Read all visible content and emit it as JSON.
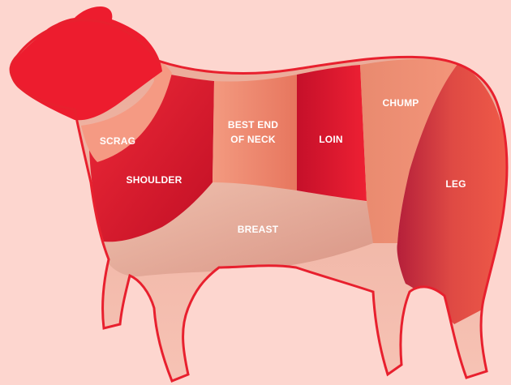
{
  "cuts": [
    {
      "id": "scrag",
      "label": "SCRAG"
    },
    {
      "id": "shoulder",
      "label": "SHOULDER"
    },
    {
      "id": "best-end",
      "label_line1": "BEST END",
      "label_line2": "OF NECK"
    },
    {
      "id": "loin",
      "label": "LOIN"
    },
    {
      "id": "chump",
      "label": "CHUMP"
    },
    {
      "id": "leg",
      "label": "LEG"
    },
    {
      "id": "breast",
      "label": "BREAST"
    }
  ],
  "colors": {
    "background": "#fdd6cf",
    "outline": "#e8202e",
    "head": "#ed1c2e",
    "scrag": "#f59a83",
    "shoulder": "#d8132a",
    "best_end": "#ef8a70",
    "loin": "#e31b2d",
    "chump": "#f08568",
    "leg": "#d9453e",
    "breast": "#eab29f",
    "legs": "#f3b4a5"
  }
}
